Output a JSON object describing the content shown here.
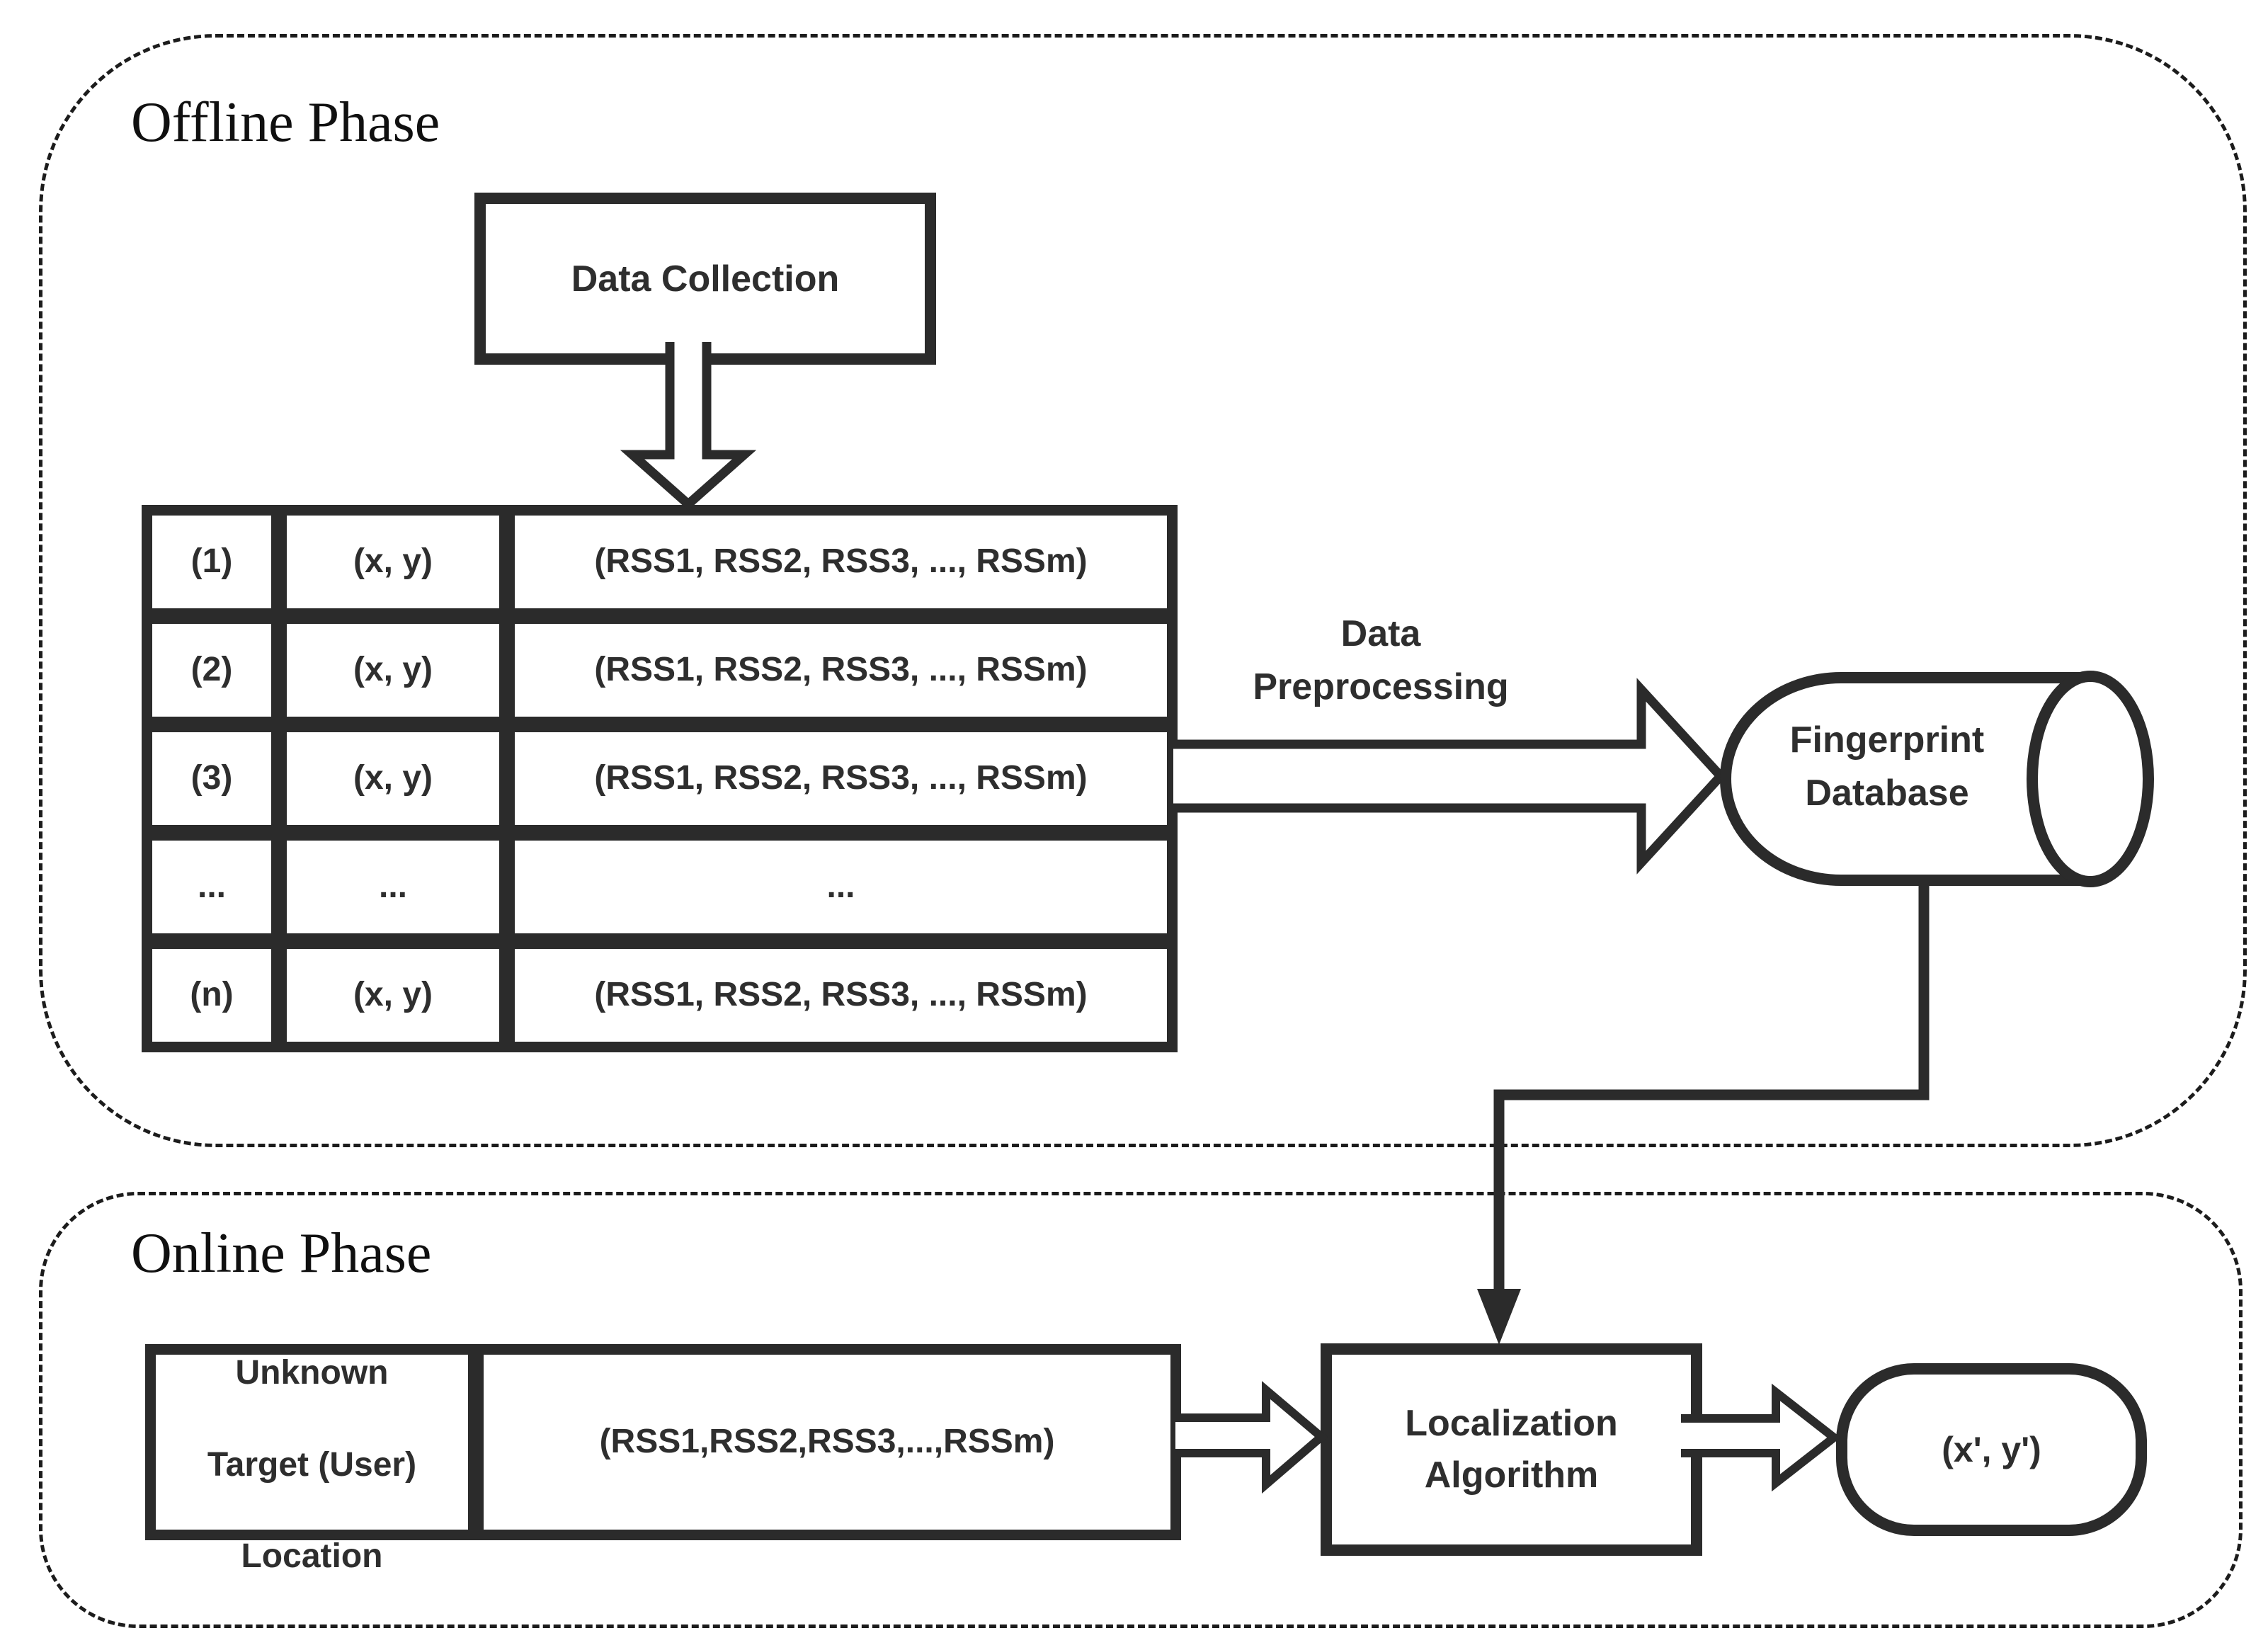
{
  "offline": {
    "title": "Offline Phase",
    "data_collection_label": "Data Collection",
    "preprocessing_label": {
      "line1": "Data",
      "line2": "Preprocessing"
    },
    "database_label": {
      "line1": "Fingerprint",
      "line2": "Database"
    },
    "table": {
      "rows": [
        {
          "index": "(1)",
          "coords": "(x, y)",
          "rss": "(RSS1, RSS2, RSS3, ..., RSSm)"
        },
        {
          "index": "(2)",
          "coords": "(x, y)",
          "rss": "(RSS1, RSS2, RSS3, ..., RSSm)"
        },
        {
          "index": "(3)",
          "coords": "(x, y)",
          "rss": "(RSS1, RSS2, RSS3, ..., RSSm)"
        },
        {
          "index": "...",
          "coords": "...",
          "rss": "..."
        },
        {
          "index": "(n)",
          "coords": "(x, y)",
          "rss": "(RSS1, RSS2, RSS3, ..., RSSm)"
        }
      ]
    }
  },
  "online": {
    "title": "Online Phase",
    "unknown_target_label": {
      "line1": "Unknown",
      "line2": "Target (User)",
      "line3": "Location"
    },
    "rss_vector_label": "(RSS1,RSS2,RSS3,...,RSSm)",
    "algorithm_label": {
      "line1": "Localization",
      "line2": "Algorithm"
    },
    "output_label": "(x', y')"
  },
  "colors": {
    "ink": "#2b2b2b",
    "title_ink": "#101010",
    "background": "#ffffff"
  }
}
